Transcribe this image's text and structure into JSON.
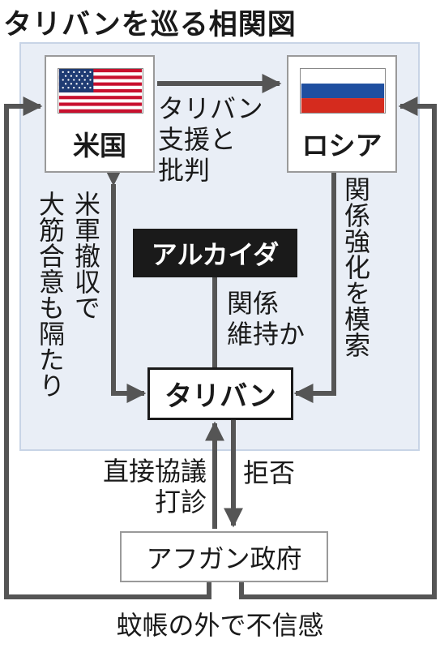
{
  "title": "タリバンを巡る相関図",
  "nodes": {
    "usa": {
      "label": "米国"
    },
    "russia": {
      "label": "ロシア"
    },
    "alqaeda": {
      "label": "アルカイダ"
    },
    "taliban": {
      "label": "タリバン"
    },
    "afghan_gov": {
      "label": "アフガン政府"
    }
  },
  "edges": {
    "usa_russia": [
      "タリバン",
      "支援と",
      "批判"
    ],
    "russia_taliban": "関係強化を模索",
    "usa_taliban_col1": "米軍撤収で",
    "usa_taliban_col2": "大筋合意も隔たり",
    "alqaeda_taliban": [
      "関係",
      "維持か"
    ],
    "afghan_to_taliban": [
      "直接協議",
      "打診"
    ],
    "taliban_to_afghan": "拒否",
    "afghan_outer": "蚊帳の外で不信感"
  },
  "colors": {
    "line": "#555555",
    "panel_bg": "#e9eef6",
    "panel_border": "#c8d4e6",
    "box_border": "#9a9a9a",
    "alqaeda_bg": "#1a1a1a",
    "us_red": "#c8102e",
    "us_blue": "#1f3b73",
    "ru_blue": "#1f4fa0",
    "ru_red": "#d52b1e"
  }
}
